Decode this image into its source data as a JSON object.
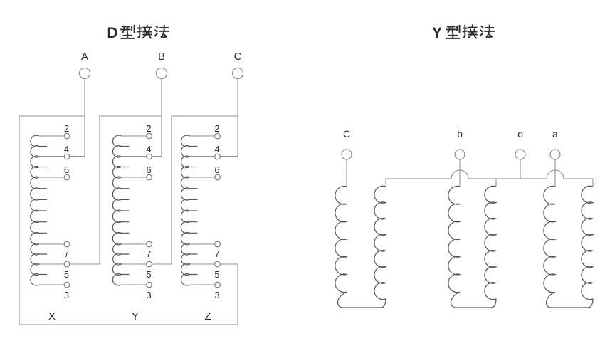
{
  "page": {
    "background": "#ffffff"
  },
  "d_diagram": {
    "title": "D型接法",
    "title_latin_prefix": "D",
    "terminals": [
      "A",
      "B",
      "C"
    ],
    "tap_labels": [
      "2",
      "4",
      "6",
      "7",
      "5",
      "3"
    ],
    "phase_labels": [
      "X",
      "Y",
      "Z"
    ]
  },
  "y_diagram": {
    "title": "Y型接法",
    "title_latin_prefix": "Y",
    "terminals": [
      "C",
      "b",
      "o",
      "a"
    ]
  },
  "colors": {
    "wire": "#8f8f8f",
    "coil": "#565656",
    "label": "#2b2b2b"
  }
}
